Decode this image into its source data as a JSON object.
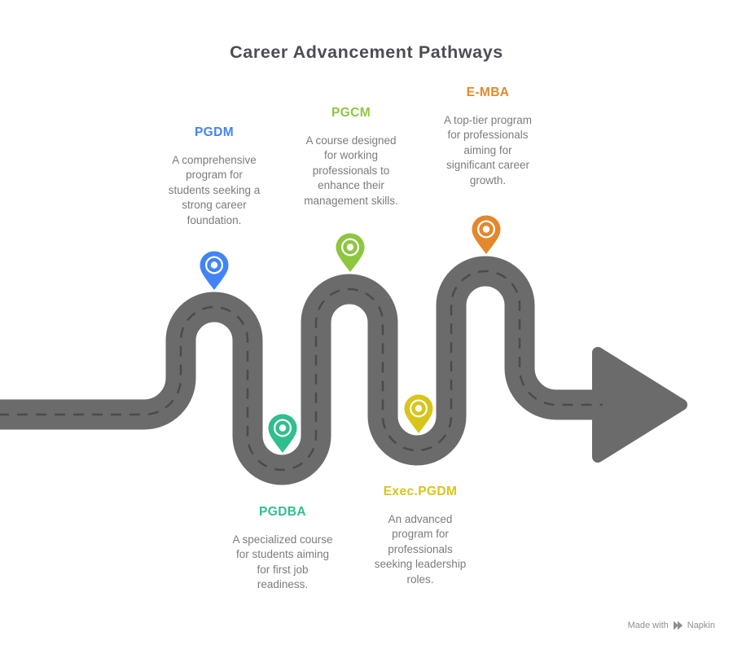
{
  "title": "Career Advancement Pathways",
  "road": {
    "color": "#6B6B6B",
    "casing_color": "#FFFFFF",
    "dash_color": "#4B4B4B"
  },
  "items": [
    {
      "id": "pgdm",
      "label": "PGDM",
      "color": "#4284F5",
      "description": "A comprehensive\nprogram for\nstudents seeking a\nstrong career\nfoundation."
    },
    {
      "id": "pgcm",
      "label": "PGCM",
      "color": "#8DC63F",
      "description": "A course designed\nfor working\nprofessionals to\nenhance their\nmanagement skills."
    },
    {
      "id": "e-mba",
      "label": "E-MBA",
      "color": "#E3882C",
      "description": "A top-tier program\nfor professionals\naiming for\nsignificant career\ngrowth."
    },
    {
      "id": "pgdba",
      "label": "PGDBA",
      "color": "#30BE8E",
      "description": "A specialized course\nfor students aiming\nfor first job\nreadiness."
    },
    {
      "id": "exec-pgdm",
      "label": "Exec.PGDM",
      "color": "#D9C41A",
      "description": "An advanced\nprogram for\nprofessionals\nseeking leadership\nroles."
    }
  ],
  "watermark": {
    "prefix": "Made with",
    "brand": "Napkin"
  }
}
